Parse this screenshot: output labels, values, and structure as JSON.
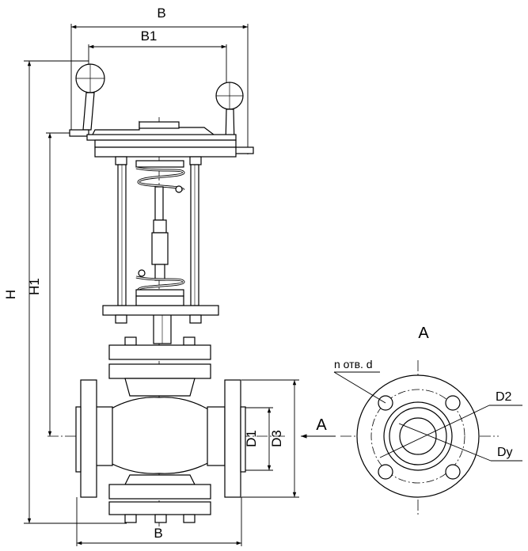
{
  "labels": {
    "B_top": "B",
    "B1": "B1",
    "H": "H",
    "H1": "H1",
    "B_bottom": "B",
    "D1": "D1",
    "D3": "D3",
    "arrow_A": "A",
    "view_A_title": "A",
    "holes": "n отв. d",
    "D2": "D2",
    "Dy": "Dy"
  },
  "colors": {
    "line": "#000000",
    "fill": "#ffffff"
  }
}
